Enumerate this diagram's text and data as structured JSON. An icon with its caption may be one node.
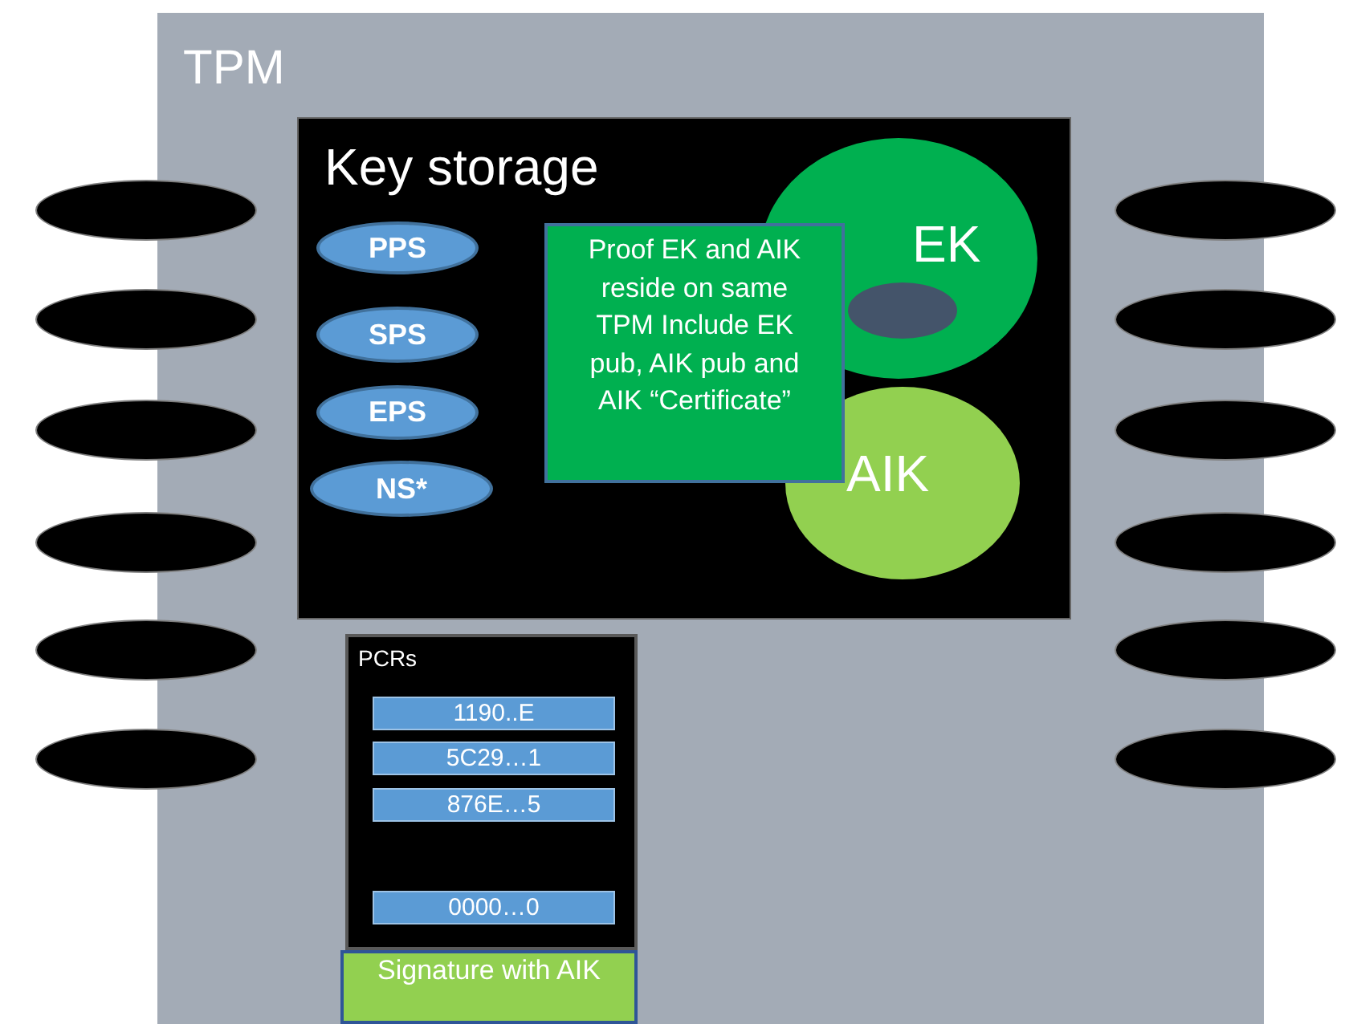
{
  "diagram": {
    "nodes": [
      {
        "text": [
          "TPM"
        ]
      },
      {
        "text": [
          "Key storage"
        ],
        "in": 0
      },
      {
        "text": [
          "PPS"
        ],
        "in": 1
      },
      {
        "text": [
          "SPS"
        ],
        "in": 1
      },
      {
        "text": [
          "EPS"
        ],
        "in": 1
      },
      {
        "text": [
          "NS*"
        ],
        "in": 1
      },
      {
        "text": [
          "EK"
        ],
        "in": 1
      },
      {
        "text": [],
        "shape": "ellipse",
        "in": 6
      },
      {
        "text": [
          "AIK"
        ],
        "in": 1
      },
      {
        "text": [
          "Proof EK and AIK reside on same TPM Include EK pub, AIK pub and AIK “Certificate”"
        ],
        "in": 1
      },
      {
        "text": [
          "PCRs"
        ],
        "in": 0
      },
      {
        "text": [
          "1190..E"
        ],
        "in": 10
      },
      {
        "text": [
          "5C29…1"
        ],
        "in": 10
      },
      {
        "text": [
          "876E…5"
        ],
        "in": 10
      },
      {
        "text": [
          "0000…0"
        ],
        "in": 10
      },
      {
        "text": [
          "Signature with AIK"
        ],
        "in": 0
      },
      {
        "text": [],
        "shape": "ellipse"
      },
      {
        "text": [],
        "shape": "ellipse"
      },
      {
        "text": [],
        "shape": "ellipse"
      },
      {
        "text": [],
        "shape": "ellipse"
      },
      {
        "text": [],
        "shape": "ellipse"
      },
      {
        "text": [],
        "shape": "ellipse"
      },
      {
        "text": [],
        "shape": "ellipse"
      },
      {
        "text": [],
        "shape": "ellipse"
      },
      {
        "text": [],
        "shape": "ellipse"
      },
      {
        "text": [],
        "shape": "ellipse"
      },
      {
        "text": [],
        "shape": "ellipse"
      },
      {
        "text": [],
        "shape": "ellipse"
      }
    ]
  }
}
